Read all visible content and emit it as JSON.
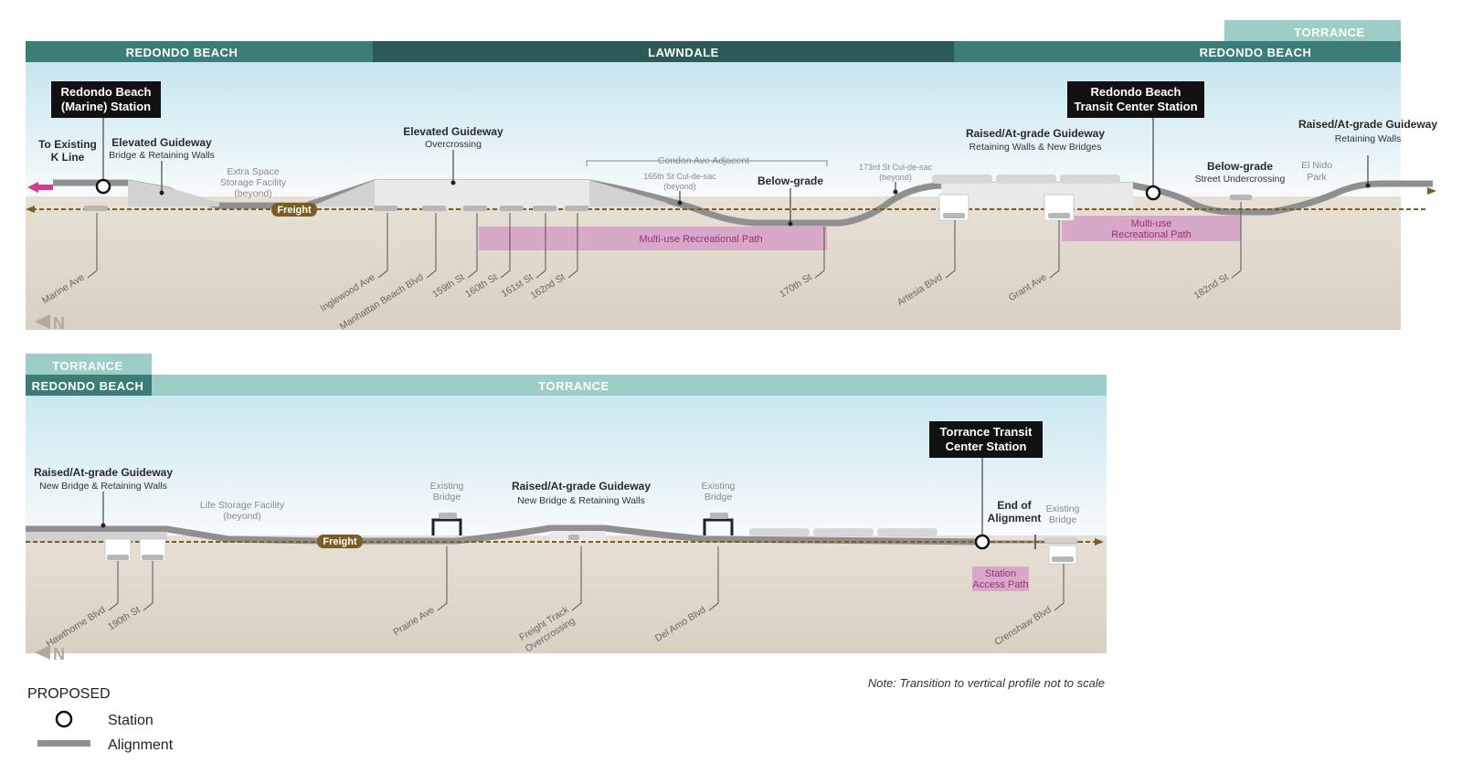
{
  "panel1": {
    "bands": {
      "left": "REDONDO BEACH",
      "middle": "LAWNDALE",
      "right": "REDONDO BEACH",
      "right_upper": "TORRANCE"
    },
    "stations": {
      "marine": [
        "Redondo Beach",
        "(Marine) Station"
      ],
      "transit_center": [
        "Redondo Beach",
        "Transit Center Station"
      ]
    },
    "to_existing": [
      "To Existing",
      "K Line"
    ],
    "features": {
      "elevated1": {
        "title": "Elevated Guideway",
        "sub": "Bridge & Retaining Walls"
      },
      "extra_space": [
        "Extra Space",
        "Storage Facility",
        "(beyond)"
      ],
      "elevated2": {
        "title": "Elevated Guideway",
        "sub": "Overcrossing"
      },
      "condon": "Condon Ave Adjacent",
      "cul165": [
        "165th St Cul-de-sac",
        "(beyond)"
      ],
      "below_grade": "Below-grade",
      "cul173": [
        "173rd St Cul-de-sac",
        "(beyond)"
      ],
      "raised1": {
        "title": "Raised/At-grade Guideway",
        "sub": "Retaining Walls & New Bridges"
      },
      "below_grade2": {
        "title": "Below-grade",
        "sub": "Street Undercrossing"
      },
      "el_nido": [
        "El Nido",
        "Park"
      ],
      "raised2": {
        "title": "Raised/At-grade Guideway",
        "sub": "Retaining Walls"
      }
    },
    "paths": {
      "multiuse1": "Multi-use Recreational Path",
      "multiuse2": [
        "Multi-use",
        "Recreational Path"
      ]
    },
    "freight": "Freight",
    "streets": [
      "Marine Ave",
      "Inglewood Ave",
      "Manhattan Beach Blvd",
      "159th St",
      "160th St",
      "161st St",
      "162nd St",
      "170th St",
      "Artesia Blvd",
      "Grant Ave",
      "182nd St"
    ],
    "north": "N"
  },
  "panel2": {
    "bands": {
      "left": "REDONDO BEACH",
      "left_upper": "TORRANCE",
      "right": "TORRANCE"
    },
    "station": [
      "Torrance Transit",
      "Center Station"
    ],
    "features": {
      "raised1": {
        "title": "Raised/At-grade Guideway",
        "sub": "New Bridge & Retaining Walls"
      },
      "life_storage": [
        "Life Storage Facility",
        "(beyond)"
      ],
      "existing_bridge": [
        "Existing",
        "Bridge"
      ],
      "raised2": {
        "title": "Raised/At-grade Guideway",
        "sub": "New Bridge & Retaining Walls"
      },
      "end_alignment": [
        "End of",
        "Alignment"
      ]
    },
    "station_access": [
      "Station",
      "Access Path"
    ],
    "freight": "Freight",
    "streets": [
      "Hawthorne Blvd",
      "190th St",
      "Prairie Ave",
      "Freight Track",
      "Overcrossing",
      "Del Amo Blvd",
      "Crenshaw Blvd"
    ],
    "north": "N"
  },
  "note": "Note: Transition to vertical profile not to scale",
  "legend": {
    "title": "PROPOSED",
    "station": "Station",
    "alignment": "Alignment"
  },
  "colors": {
    "band_dark": "#2b5a57",
    "band_mid": "#3d7d78",
    "band_light": "#9dcdc7",
    "ground": "#dcd3c7",
    "alignment": "#8f8f8f",
    "freight": "#7a5c24",
    "path_pink": "#d8a8c8",
    "arrow_pink": "#d63a8f"
  }
}
